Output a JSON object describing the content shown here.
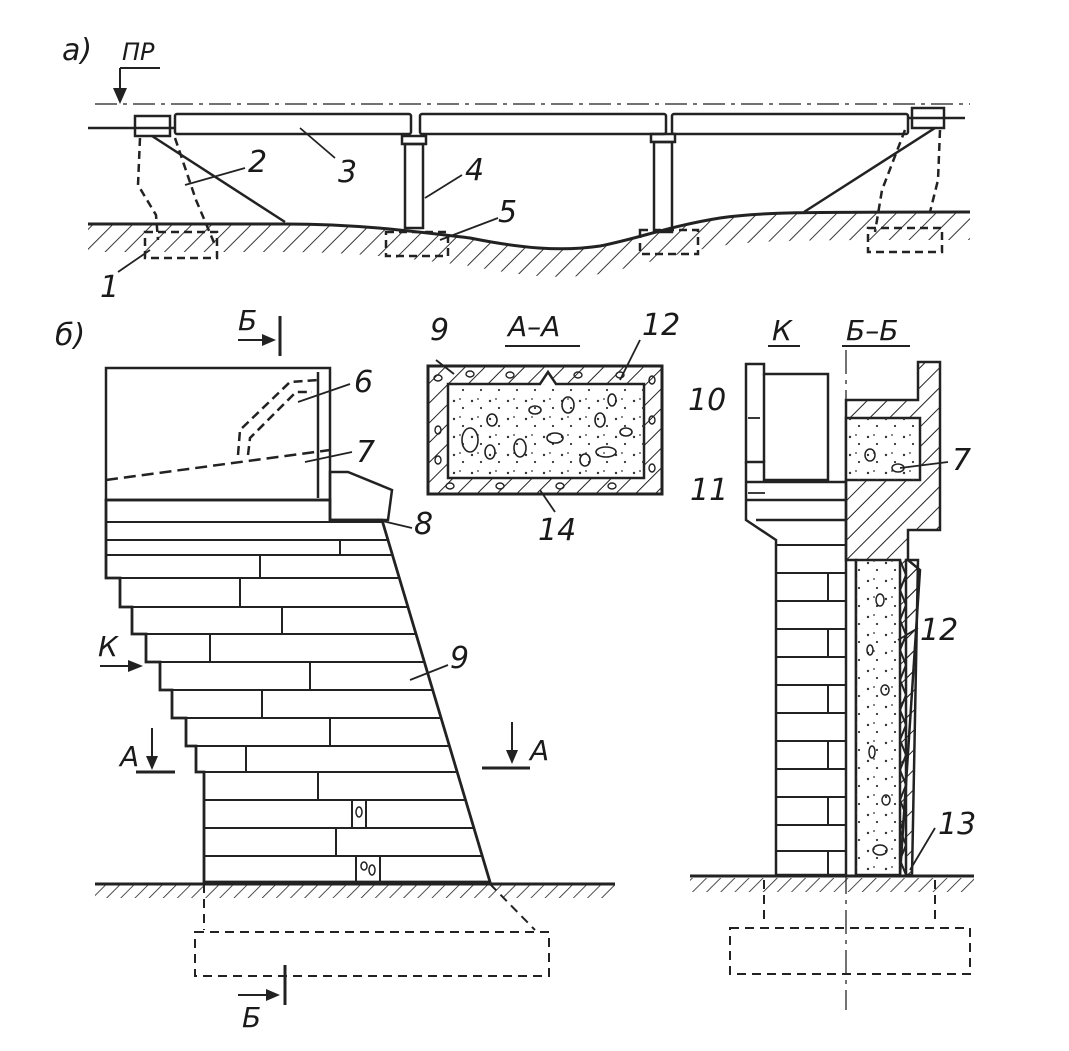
{
  "figure": {
    "part_a": {
      "letter": "а)",
      "marker": "ПР"
    },
    "part_b": {
      "letter": "б)"
    },
    "numbers": {
      "n1": "1",
      "n2": "2",
      "n3": "3",
      "n4": "4",
      "n5": "5",
      "n6": "6",
      "n7": "7",
      "n8": "8",
      "n9": "9",
      "n10": "10",
      "n11": "11",
      "n12": "12",
      "n13": "13",
      "n14": "14"
    },
    "section_marks": {
      "b_top": "Б",
      "b_bottom": "Б",
      "a_left": "А",
      "a_right": "А",
      "k_arrow": "К",
      "k_title": "К",
      "bb_title": "Б–Б",
      "aa_title": "А–А"
    },
    "aa_section_labels": {
      "left_top": "9",
      "right_top": "12",
      "bottom": "14"
    },
    "bb_section_labels": {
      "n7": "7",
      "n12": "12",
      "n13": "13"
    }
  }
}
